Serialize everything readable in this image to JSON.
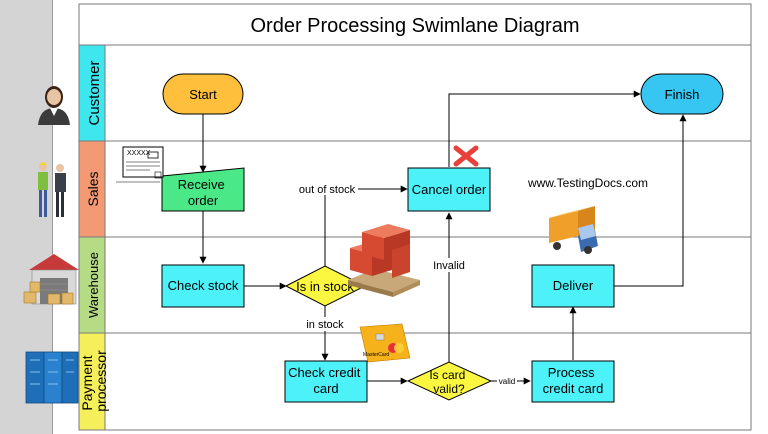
{
  "title": "Order Processing Swimlane Diagram",
  "watermark": "www.TestingDocs.com",
  "lanes": [
    {
      "id": "customer",
      "label": "Customer",
      "color": "#3ee6ee"
    },
    {
      "id": "sales",
      "label": "Sales",
      "color": "#f39a74"
    },
    {
      "id": "warehouse",
      "label": "Warehouse",
      "color": "#b5dc84"
    },
    {
      "id": "payment",
      "label": "Payment processor",
      "color": "#f5ef5c"
    }
  ],
  "nodes": {
    "start": "Start",
    "finish": "Finish",
    "receive_order": "Receive order",
    "cancel_order": "Cancel order",
    "check_stock": "Check stock",
    "is_in_stock": "Is in stock",
    "deliver": "Deliver",
    "check_credit_card": "Check credit card",
    "is_card_valid": "Is card valid?",
    "process_credit_card": "Process credit card"
  },
  "edge_labels": {
    "out_of_stock": "out of stock",
    "in_stock": "in stock",
    "invalid": "Invalid",
    "valid": "valid"
  },
  "colors": {
    "terminal_fill": "#fdbf3c",
    "finish_fill": "#37c6f2",
    "task_fill": "#4df2f9",
    "receive_fill": "#4ae886",
    "decision_fill": "#fbf741",
    "border": "#000000",
    "cancel_x": "#e8403a"
  },
  "icons": {
    "customer": "customer-person-icon",
    "sales": "sales-people-icon",
    "warehouse": "warehouse-building-icon",
    "payment": "server-rack-icon",
    "order_form": "order-form-icon",
    "boxes": "boxes-pallet-icon",
    "truck": "delivery-truck-icon",
    "credit_card": "credit-card-icon",
    "cancel": "cancel-x-icon"
  }
}
